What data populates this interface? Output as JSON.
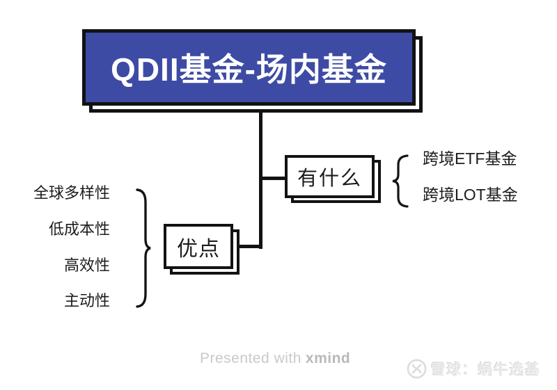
{
  "diagram": {
    "root": {
      "label": "QDII基金-场内基金"
    },
    "branches": [
      {
        "label": "有什么",
        "items": [
          {
            "label": "跨境ETF基金"
          },
          {
            "label": "跨境LOT基金"
          }
        ]
      },
      {
        "label": "优点",
        "items": [
          {
            "label": "全球多样性"
          },
          {
            "label": "低成本性"
          },
          {
            "label": "高效性"
          },
          {
            "label": "主动性"
          }
        ]
      }
    ]
  },
  "footer": {
    "presented_prefix": "Presented with",
    "presented_brand": "xmind"
  },
  "watermark": {
    "logo_icon": "xueqiu-snowball-icon",
    "text": "雪球：蜗牛选基"
  },
  "colors": {
    "root_fill_blue": "#3D4BA5",
    "root_text_white": "#FFFFFF",
    "line_black": "#121212",
    "body_text": "#1C1C1C",
    "credit_gray": "#C9C9C9",
    "watermark_gray": "#EDEDED"
  }
}
